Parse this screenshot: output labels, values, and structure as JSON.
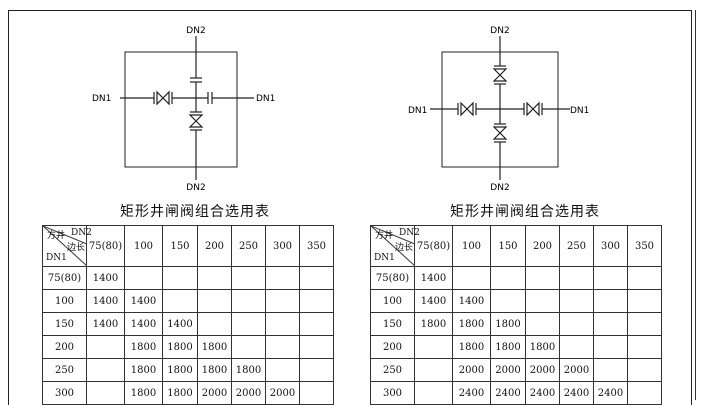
{
  "left": {
    "diagram": {
      "top": "DN2",
      "bottom": "DN2",
      "left": "DN1",
      "right": "DN1"
    },
    "title": "矩形井闸阀组合选用表",
    "corner": {
      "a": "方井",
      "b": "边长",
      "a2": "DN2",
      "c": "DN1"
    },
    "headers": [
      "75(80)",
      "100",
      "150",
      "200",
      "250",
      "300",
      "350"
    ],
    "rows": [
      [
        "75(80)",
        "1400",
        "",
        "",
        "",
        "",
        "",
        ""
      ],
      [
        "100",
        "1400",
        "1400",
        "",
        "",
        "",
        "",
        ""
      ],
      [
        "150",
        "1400",
        "1400",
        "1400",
        "",
        "",
        "",
        ""
      ],
      [
        "200",
        "",
        "1800",
        "1800",
        "1800",
        "",
        "",
        ""
      ],
      [
        "250",
        "",
        "1800",
        "1800",
        "1800",
        "1800",
        "",
        ""
      ],
      [
        "300",
        "",
        "1800",
        "1800",
        "2000",
        "2000",
        "2000",
        ""
      ]
    ]
  },
  "right": {
    "diagram": {
      "top": "DN2",
      "bottom": "DN2",
      "left": "DN1",
      "right": "DN1"
    },
    "title": "矩形井闸阀组合选用表",
    "corner": {
      "a": "方井",
      "b": "边长",
      "a2": "DN2",
      "c": "DN1"
    },
    "headers": [
      "75(80)",
      "100",
      "150",
      "200",
      "250",
      "300",
      "350"
    ],
    "rows": [
      [
        "75(80)",
        "1400",
        "",
        "",
        "",
        "",
        "",
        ""
      ],
      [
        "100",
        "1400",
        "1400",
        "",
        "",
        "",
        "",
        ""
      ],
      [
        "150",
        "1800",
        "1800",
        "1800",
        "",
        "",
        "",
        ""
      ],
      [
        "200",
        "",
        "1800",
        "1800",
        "1800",
        "",
        "",
        ""
      ],
      [
        "250",
        "",
        "2000",
        "2000",
        "2000",
        "2000",
        "",
        ""
      ],
      [
        "300",
        "",
        "2400",
        "2400",
        "2400",
        "2400",
        "2400",
        ""
      ]
    ]
  }
}
